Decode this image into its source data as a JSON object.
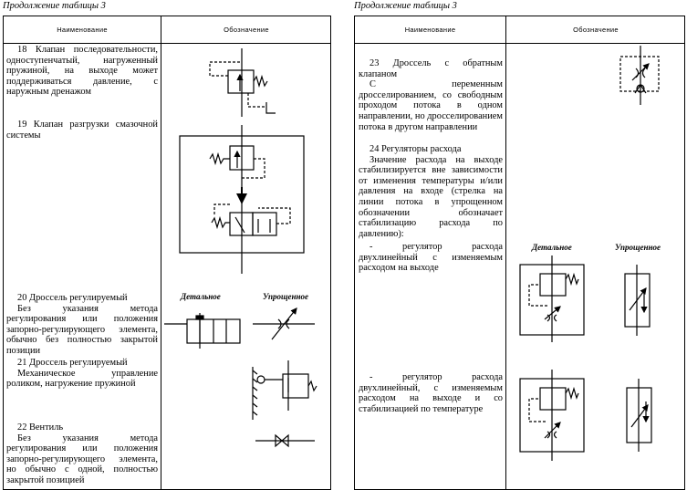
{
  "left_page": {
    "continuation": "Продолжение таблицы 3",
    "col_name": "Наименование",
    "col_symbol": "Обозначение",
    "item18": "18 Клапан последовательности, одноступенчатый, нагруженный пружиной, на выходе может поддерживаться давление, с наружным дренажом",
    "item19": "19 Клапан разгрузки смазочной системы",
    "item20_title": "20 Дроссель регулируемый",
    "item20_body": "Без указания метода регулирования или положения запорно-регулирующего элемента, обычно без полностью закрытой позиции",
    "item21_title": "21 Дроссель регулируемый",
    "item21_body": "Механическое управление роликом, нагружение пружиной",
    "item22_title": "22 Вентиль",
    "item22_body": "Без указания метода регулирования или положения запорно-регулирующего элемента, но обычно с одной, полностью закрытой позицией",
    "detailed": "Детальное",
    "simplified": "Упрощенное"
  },
  "right_page": {
    "continuation": "Продолжение таблицы 3",
    "col_name": "Наименование",
    "col_symbol": "Обозначение",
    "item23_title": "23 Дроссель с обратным клапаном",
    "item23_body": "С переменным дросселированием, со свободным проходом потока в одном направлении, но дросселированием потока в другом направлении",
    "item24_title": "24 Регуляторы расхода",
    "item24_body": "Значение расхода на выходе стабилизируется вне зависимости от изменения температуры и/или давления на входе (стрелка на линии потока в упрощенном обозначении обозначает стабилизацию расхода по давлению):",
    "item24a": "- регулятор расхода двухлинейный с изменяемым расходом на выходе",
    "item24b": "- регулятор расхода двухлинейный, с изменяемым расходом на выходе и со стабилизацией по температуре",
    "detailed": "Детальное",
    "simplified": "Упрощенное"
  }
}
